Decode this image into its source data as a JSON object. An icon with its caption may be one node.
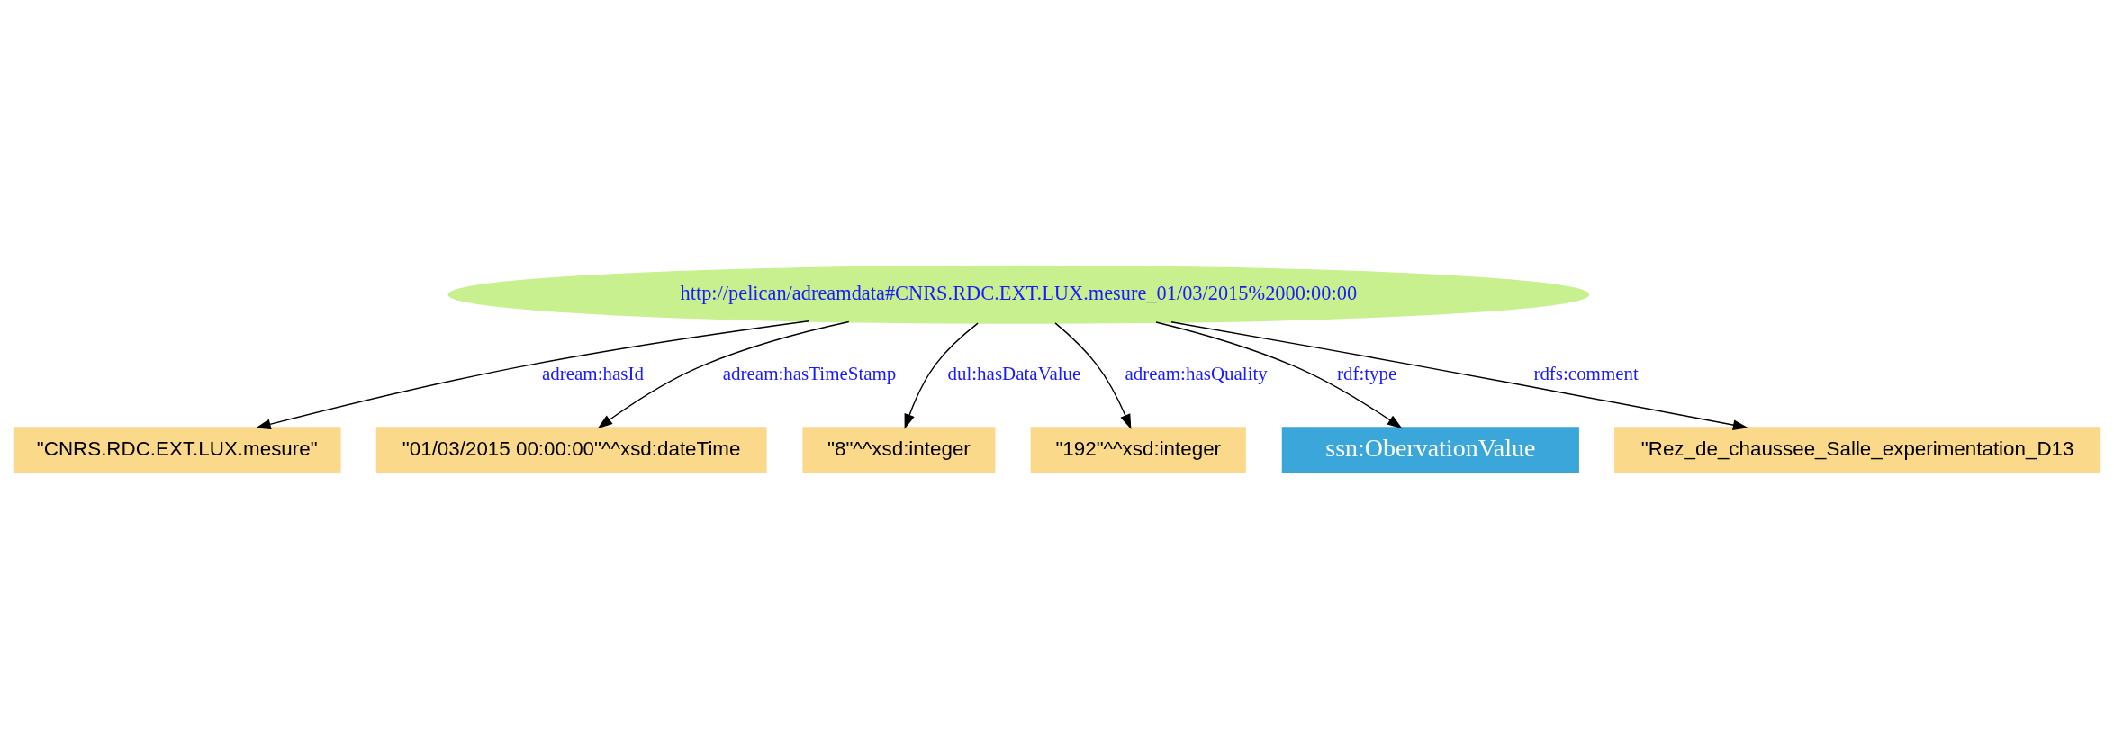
{
  "diagram": {
    "nodes": [
      {
        "text": [
          "\"CNRS.RDC.EXT.LUX.mesure\""
        ]
      },
      {
        "text": [
          "\"01/03/2015 00:00:00\"^^xsd:dateTime"
        ]
      },
      {
        "text": [
          "\"8\"^^xsd:integer"
        ]
      },
      {
        "text": [
          "\"192\"^^xsd:integer"
        ]
      },
      {
        "text": [
          "http://pelican/adreamdata#CNRS.RDC.EXT.LUX.mesure_01/03/2015%2000:00:00"
        ]
      },
      {
        "text": [
          "ssn:ObervationValue"
        ]
      },
      {
        "text": [
          "\"Rez_de_chaussee_Salle_experimentation_D13"
        ]
      }
    ],
    "edges": [
      {
        "from": 4,
        "to": 0,
        "arrow": "to",
        "label": "adream:hasId"
      },
      {
        "from": 4,
        "to": 1,
        "arrow": "to",
        "label": "adream:hasTimeStamp"
      },
      {
        "from": 4,
        "to": 2,
        "arrow": "to",
        "label": "dul:hasDataValue"
      },
      {
        "from": 4,
        "to": 3,
        "arrow": "to",
        "label": "adream:hasQuality"
      },
      {
        "from": 4,
        "to": 5,
        "arrow": "to",
        "label": "rdf:type"
      },
      {
        "from": 4,
        "to": 6,
        "arrow": "to",
        "label": "rdfs:comment"
      }
    ]
  }
}
